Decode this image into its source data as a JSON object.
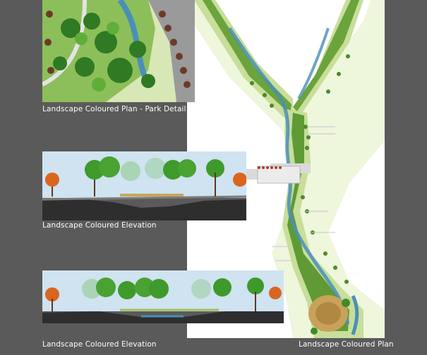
{
  "captions": {
    "park_detail": "Landscape Coloured Plan - Park Detail",
    "elevation_1": "Landscape Coloured Elevation",
    "elevation_2": "Landscape Coloured Elevation",
    "plan": "Landscape Coloured Plan"
  },
  "colors": {
    "background": "#5a5a5a",
    "sky": "#cfe3f0",
    "tree_green": "#3f9a2c",
    "autumn_tree": "#d9661e",
    "ground": "#2e2e2e",
    "water": "#4a8fb8",
    "paper": "#ffffff"
  }
}
